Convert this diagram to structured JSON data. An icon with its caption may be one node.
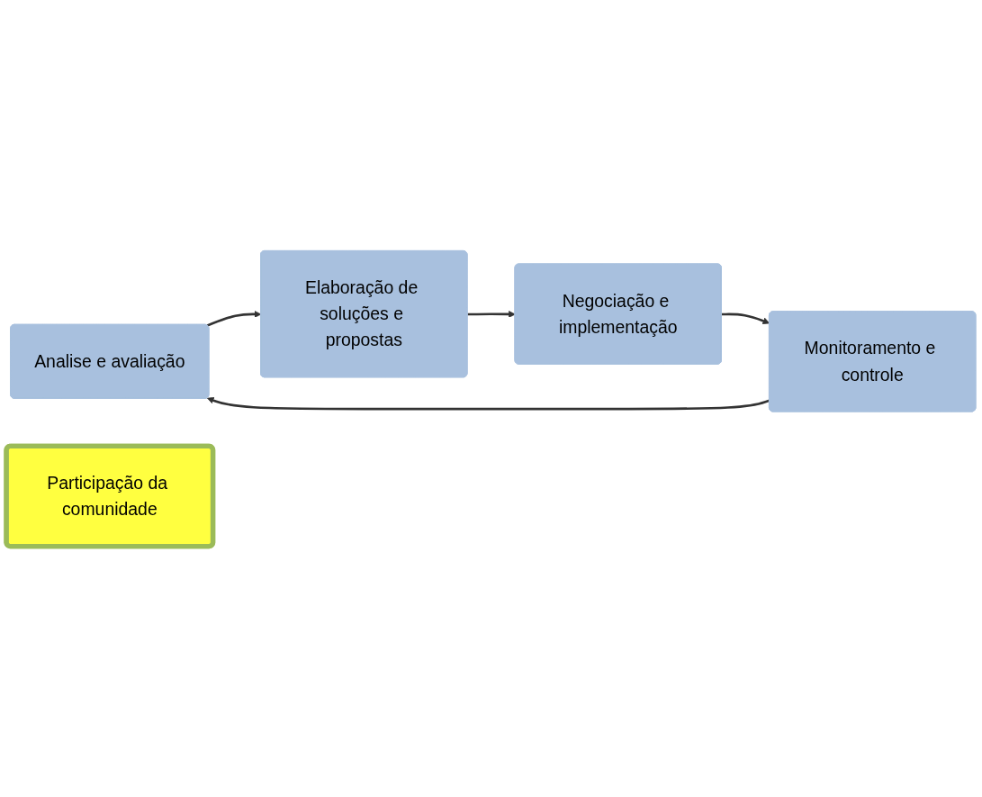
{
  "diagram": {
    "nodes": [
      {
        "text": [
          "Analise e avaliação"
        ]
      },
      {
        "text": [
          "Elaboração de soluções e propostas"
        ]
      },
      {
        "text": [
          "Negociação e implementação"
        ]
      },
      {
        "text": [
          "Monitoramento e controle"
        ]
      },
      {
        "text": [
          "Participação da comunidade"
        ]
      }
    ],
    "edges": [
      {
        "from": 0,
        "to": 1,
        "arrow": "to"
      },
      {
        "from": 1,
        "to": 2,
        "arrow": "to"
      },
      {
        "from": 2,
        "to": 3,
        "arrow": "to"
      },
      {
        "from": 3,
        "to": 0,
        "arrow": "to"
      }
    ]
  }
}
